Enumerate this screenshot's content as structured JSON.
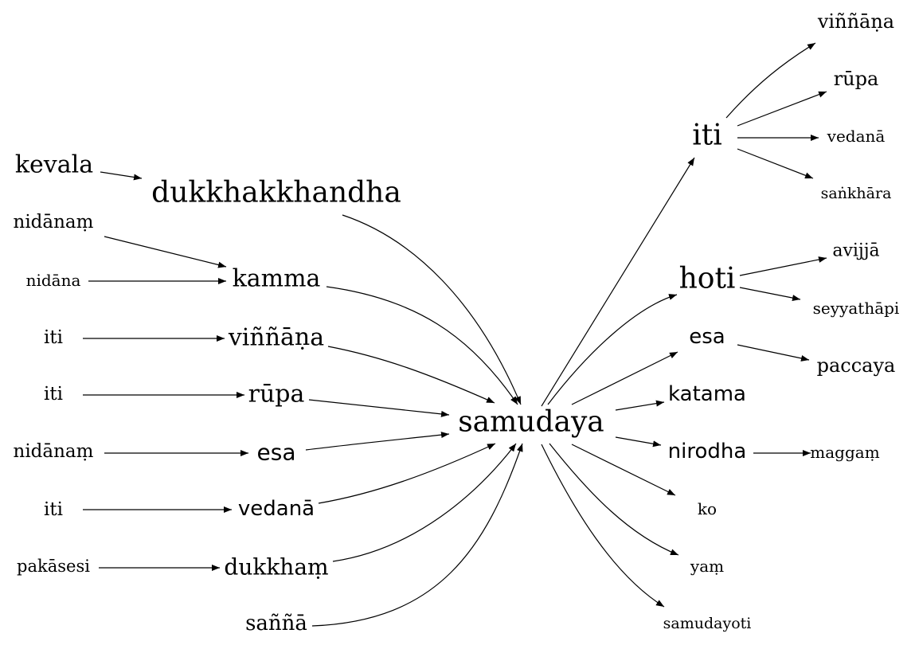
{
  "nodes": [
    {
      "id": "samudaya",
      "label": "samudaya"
    },
    {
      "id": "kevala",
      "label": "kevala"
    },
    {
      "id": "dukkhakkhandha",
      "label": "dukkhakkhandha"
    },
    {
      "id": "nidanam_1",
      "label": "nidānaṃ"
    },
    {
      "id": "nidana",
      "label": "nidāna"
    },
    {
      "id": "kamma",
      "label": "kamma"
    },
    {
      "id": "iti_left_1",
      "label": "iti"
    },
    {
      "id": "vinnana_left",
      "label": "viññāṇa"
    },
    {
      "id": "iti_left_2",
      "label": "iti"
    },
    {
      "id": "rupa_left",
      "label": "rūpa"
    },
    {
      "id": "nidanam_2",
      "label": "nidānaṃ"
    },
    {
      "id": "esa_left",
      "label": "esa"
    },
    {
      "id": "iti_left_3",
      "label": "iti"
    },
    {
      "id": "vedana_left",
      "label": "vedanā"
    },
    {
      "id": "pakasesi",
      "label": "pakāsesi"
    },
    {
      "id": "dukkham",
      "label": "dukkhaṃ"
    },
    {
      "id": "sanna",
      "label": "saññā"
    },
    {
      "id": "iti_right",
      "label": "iti"
    },
    {
      "id": "vinnana_right",
      "label": "viññāṇa"
    },
    {
      "id": "rupa_right",
      "label": "rūpa"
    },
    {
      "id": "vedana_right",
      "label": "vedanā"
    },
    {
      "id": "sankhara",
      "label": "saṅkhāra"
    },
    {
      "id": "hoti",
      "label": "hoti"
    },
    {
      "id": "avijja",
      "label": "avijjā"
    },
    {
      "id": "seyyathapi",
      "label": "seyyathāpi"
    },
    {
      "id": "esa_right",
      "label": "esa"
    },
    {
      "id": "paccaya",
      "label": "paccaya"
    },
    {
      "id": "katama",
      "label": "katama"
    },
    {
      "id": "nirodha",
      "label": "nirodha"
    },
    {
      "id": "maggam",
      "label": "maggaṃ"
    },
    {
      "id": "ko",
      "label": "ko"
    },
    {
      "id": "yam",
      "label": "yaṃ"
    },
    {
      "id": "samudayoti",
      "label": "samudayoti"
    }
  ],
  "edges": [
    {
      "from": "kevala",
      "to": "dukkhakkhandha"
    },
    {
      "from": "nidanam_1",
      "to": "kamma"
    },
    {
      "from": "nidana",
      "to": "kamma"
    },
    {
      "from": "iti_left_1",
      "to": "vinnana_left"
    },
    {
      "from": "iti_left_2",
      "to": "rupa_left"
    },
    {
      "from": "nidanam_2",
      "to": "esa_left"
    },
    {
      "from": "iti_left_3",
      "to": "vedana_left"
    },
    {
      "from": "pakasesi",
      "to": "dukkham"
    },
    {
      "from": "dukkhakkhandha",
      "to": "samudaya"
    },
    {
      "from": "kamma",
      "to": "samudaya"
    },
    {
      "from": "vinnana_left",
      "to": "samudaya"
    },
    {
      "from": "rupa_left",
      "to": "samudaya"
    },
    {
      "from": "esa_left",
      "to": "samudaya"
    },
    {
      "from": "vedana_left",
      "to": "samudaya"
    },
    {
      "from": "dukkham",
      "to": "samudaya"
    },
    {
      "from": "sanna",
      "to": "samudaya"
    },
    {
      "from": "samudaya",
      "to": "iti_right"
    },
    {
      "from": "samudaya",
      "to": "hoti"
    },
    {
      "from": "samudaya",
      "to": "esa_right"
    },
    {
      "from": "samudaya",
      "to": "katama"
    },
    {
      "from": "samudaya",
      "to": "nirodha"
    },
    {
      "from": "samudaya",
      "to": "ko"
    },
    {
      "from": "samudaya",
      "to": "yam"
    },
    {
      "from": "samudaya",
      "to": "samudayoti"
    },
    {
      "from": "iti_right",
      "to": "vinnana_right"
    },
    {
      "from": "iti_right",
      "to": "rupa_right"
    },
    {
      "from": "iti_right",
      "to": "vedana_right"
    },
    {
      "from": "iti_right",
      "to": "sankhara"
    },
    {
      "from": "hoti",
      "to": "avijja"
    },
    {
      "from": "hoti",
      "to": "seyyathapi"
    },
    {
      "from": "esa_right",
      "to": "paccaya"
    },
    {
      "from": "nirodha",
      "to": "maggam"
    }
  ]
}
